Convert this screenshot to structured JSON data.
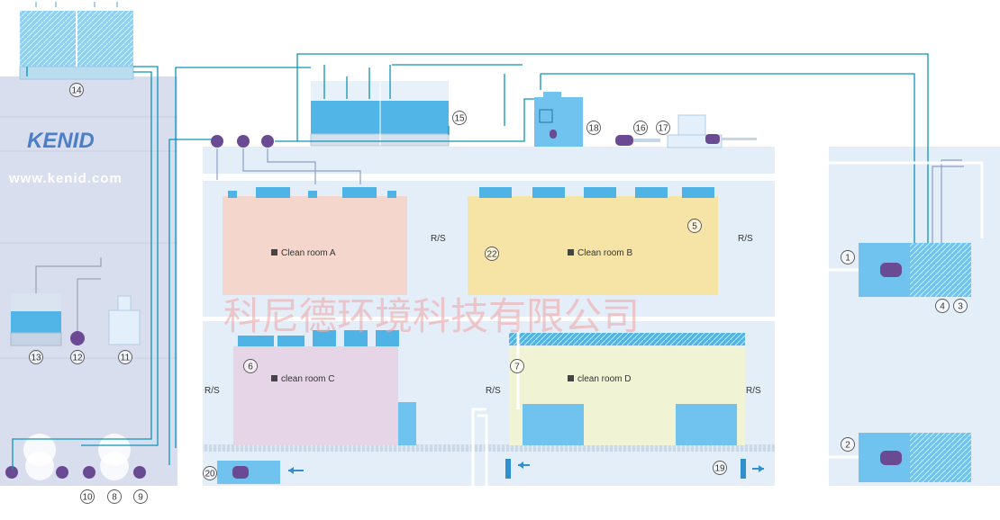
{
  "brand": {
    "logo_text": "KENID",
    "website": "www.kenid.com",
    "watermark": "科尼德环境科技有限公司"
  },
  "rooms": {
    "a": "Clean room A",
    "b": "Clean room B",
    "c": "clean room C",
    "d": "clean room D"
  },
  "rs_label": "R/S",
  "markers": [
    "1",
    "2",
    "3",
    "4",
    "5",
    "6",
    "7",
    "8",
    "9",
    "10",
    "11",
    "12",
    "13",
    "14",
    "15",
    "16",
    "17",
    "18",
    "19",
    "20",
    "22"
  ],
  "colors": {
    "pipe": "#0e93b8",
    "panel": "#e3eef9",
    "sidebar": "#d9deee",
    "unit": "#6fc3ee",
    "pump": "#6a4a92",
    "room_a": "#f4d6cc",
    "room_b": "#f6e3a6",
    "room_c": "#e6d5e6",
    "room_d": "#f0f4d4"
  }
}
